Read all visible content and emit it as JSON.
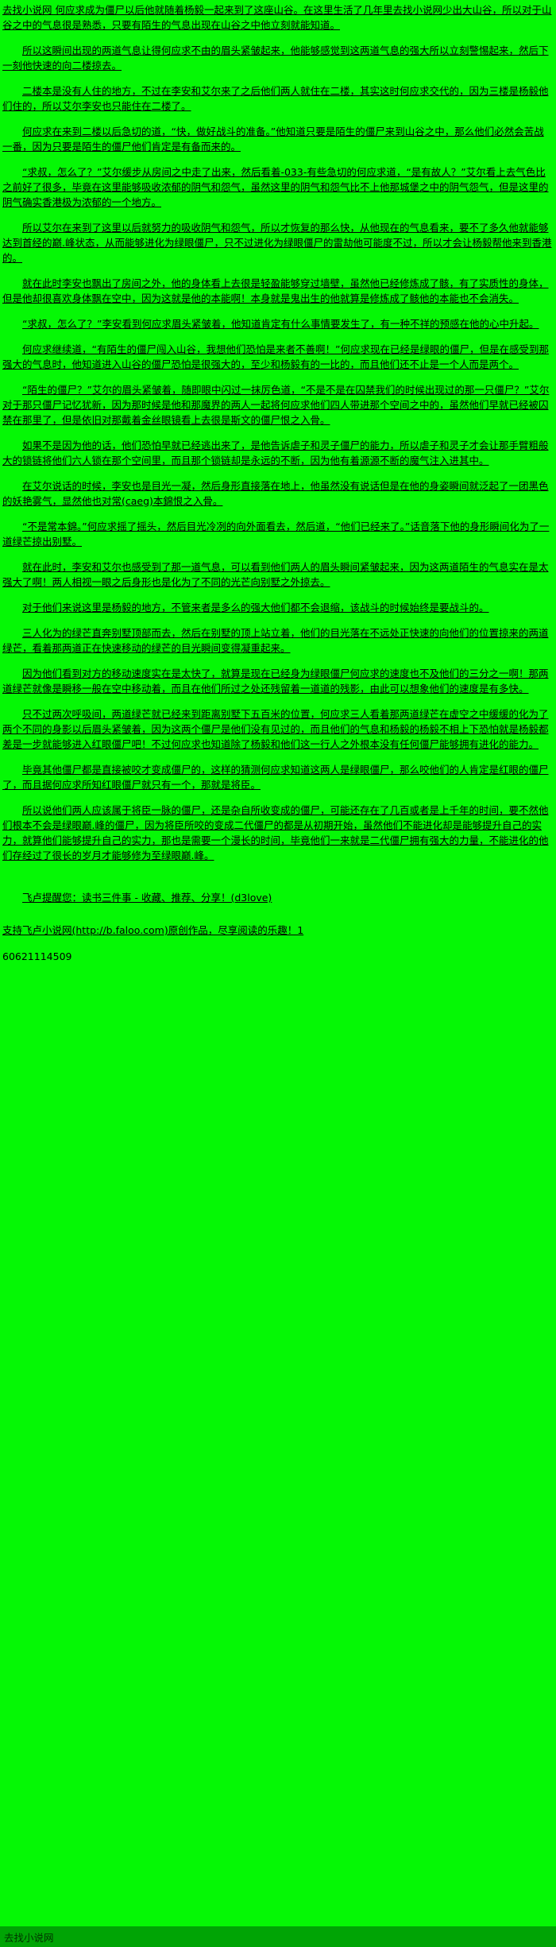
{
  "site": {
    "name": "去找小说网"
  },
  "colors": {
    "background": "#05f805",
    "bottom_bar": "#00a405",
    "text": "#000000"
  },
  "content": {
    "paragraphs": [
      "去找小说网 何应求成为僵尸以后他就随着杨毅一起来到了这座山谷。在这里生活了几年里去找小说网少出大山谷，所以对于山谷之中的气息很是熟悉，只要有陌生的气息出现在山谷之中他立刻就能知道。",
      "所以这瞬间出现的两道气息让得何应求不由的眉头紧皱起来，他能够感觉到这两道气息的强大所以立刻警惕起来，然后下一刻他快速的向二楼掠去。",
      "二楼本是没有人住的地方，不过在李安和艾尔来了之后他们两人就住在二楼，其实这时何应求交代的，因为三楼是杨毅他们住的，所以艾尔李安也只能住在二楼了。",
      "何应求在来到二楼以后急切的道，“快，做好战斗的准备。”他知道只要是陌生的僵尸来到山谷之中，那么他们必然会苦战一番，因为只要是陌生的僵尸他们肯定是有备而来的。",
      "“求叔，怎么了？”艾尔缓步从房间之中走了出来，然后看着-033-有些急切的何应求道，“是有故人？”艾尔看上去气色比之前好了很多，毕竟在这里能够吸收浓郁的阴气和怨气，虽然这里的阴气和怨气比不上他那城堡之中的阴气怨气，但是这里的阴气确实香港极为浓郁的一个地方。",
      "所以艾尔在来到了这里以后就努力的吸收阴气和怨气，所以才恢复的那么快，从他现在的气息看来，要不了多久他就能够达到首经的巅.峰状态，从而能够进化为绿眼僵尸，只不过进化为绿眼僵尸的雷劫他可能度不过，所以才会让杨毅帮他来到香港的。",
      "就在此时李安也飘出了房间之外，他的身体看上去很是轻盈能够穿过墙壁，虽然他已经修炼成了骸，有了实质性的身体，但是他却很喜欢身体飘在空中，因为这就是他的本能啊！本身就是鬼出生的他就算是修炼成了骸他的本能也不会消失。",
      "“求叔，怎么了？”李安看到何应求眉头紧皱着，他知道肯定有什么事情要发生了，有一种不祥的预感在他的心中升起。",
      "何应求继续道，“有陌生的僵尸闯入山谷，我想他们恐怕是来者不善啊！”何应求现在已经是绿眼的僵尸，但是在感受到那强大的气息时，他知道进入山谷的僵尸恐怕是很强大的，至少和杨毅有的一比的，而且他们还不止是一个人而是两个。",
      "“陌生的僵尸？”艾尔的眉头紧皱着，随即眼中闪过一抹厉色道，“不是不是在囚禁我们的时候出现过的那一只僵尸？”艾尔对于那只僵尸记忆犹新，因为那时候是他和那魔界的两人一起将何应求他们四人带进那个空间之中的，虽然他们早就已经被囚禁在那里了，但是依旧对那戴着金丝眼镜看上去很是斯文的僵尸恨之入骨。",
      "如果不是因为他的话，他们恐怕早就已经逃出来了，是他告诉虐子和灵子僵尸的能力，所以虐子和灵子才会让那手臂粗般大的锁链将他们六人锁在那个空间里，而且那个锁链却是永远的不断，因为他有着源源不断的魔气注入进其中。",
      "在艾尔说话的时候，李安也是目光一凝，然后身形直接落在地上，他虽然没有说话但是在他的身姿瞬间就泛起了一团黑色的妖艳雾气，显然他也对常(caeg)本錦恨之入骨。",
      "“不是常本錦。”何应求摇了摇头，然后目光冷冽的向外面看去，然后道，“他们已经来了。”话音落下他的身形瞬间化为了一道绿芒掠出别墅。",
      "就在此时，李安和艾尔也感受到了那一道气息，可以看到他们两人的眉头瞬间紧皱起来，因为这两道陌生的气息实在是太强大了啊！两人相视一眼之后身形也是化为了不同的光芒向别墅之外掠去。",
      "对于他们来说这里是杨毅的地方，不管来者是多么的强大他们都不会退缩，该战斗的时候始终是要战斗的。",
      "三人化为的绿芒直奔别墅顶部而去，然后在别墅的顶上站立着，他们的目光落在不远处正快速的向他们的位置掠来的两道绿芒，看着那两道正在快速移动的绿芒的目光瞬间变得凝重起来。",
      "因为他们看到对方的移动速度实在是太快了，就算是现在已经身为绿眼僵尸何应求的速度也不及他们的三分之一啊！那两道绿芒就像是瞬移一般在空中移动着，而且在他们所过之处还残留着一道道的残影，由此可以想象他们的速度是有多快。",
      "只不过两次呼吸间，两道绿芒就已经来到距离别墅下五百米的位置，何应求三人看着那两道绿芒在虚空之中缓缓的化为了两个不同的身影以后眉头紧皱着，因为这两个僵尸是他们没有见过的，而且他们的气息和杨毅的杨毅不相上下恐怕就是杨毅都差是一步就能够进入红眼僵尸吧！不过何应求也知道除了杨毅和他们这一行人之外根本没有任何僵尸能够拥有进化的能力。",
      "毕竟其他僵尸都是直接被咬才变成僵尸的，这样的猜测何应求知道这两人是绿眼僵尸，那么咬他们的人肯定是红眼的僵尸了，而且据何应求所知红眼僵尸就只有一个，那就是将臣。",
      "所以说他们两人应该属于将臣一脉的僵尸，还是杂自所收变成的僵尸，可能还存在了几百或者是上千年的时间，要不然他们根本不会是绿眼巅.峰的僵尸，因为将臣所咬的变成二代僵尸的都是从初期开始，虽然他们不能进化却是能够提升自己的实力，就算他们能够提升自己的实力，那也是需要一个漫长的时间，毕竟他们一来就是二代僵尸拥有强大的力量，不能进化的他们存经过了很长的岁月才能够修为至绿眼巅.峰。"
    ]
  },
  "footer": {
    "reminder": "飞卢提醒您：读书三件事 - 收藏、推荐、分享！(d3love)",
    "support": "支持飞卢小说网(http://b.faloo.com)原创作品，尽享阅读的乐趣！1",
    "code": "60621114509",
    "site_name": "去找小说网"
  }
}
